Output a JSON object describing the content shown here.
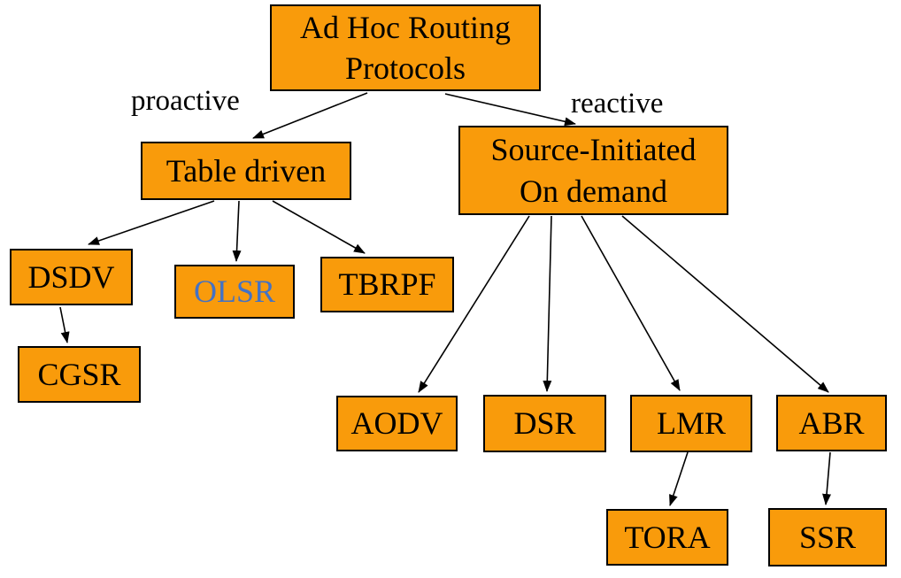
{
  "diagram": {
    "type": "tree",
    "description": "Ad Hoc Routing Protocols taxonomy",
    "nodes": {
      "root": {
        "line1": "Ad Hoc Routing",
        "line2": "Protocols"
      },
      "table_driven": "Table driven",
      "source_initiated": {
        "line1": "Source-Initiated",
        "line2": "On demand"
      },
      "dsdv": "DSDV",
      "olsr": "OLSR",
      "tbrpf": "TBRPF",
      "cgsr": "CGSR",
      "aodv": "AODV",
      "dsr": "DSR",
      "lmr": "LMR",
      "abr": "ABR",
      "tora": "TORA",
      "ssr": "SSR"
    },
    "branch_labels": {
      "left": "proactive",
      "right": "reactive"
    },
    "edges": [
      {
        "from": "root",
        "to": "table_driven",
        "label": "proactive"
      },
      {
        "from": "root",
        "to": "source_initiated",
        "label": "reactive"
      },
      {
        "from": "table_driven",
        "to": "dsdv"
      },
      {
        "from": "table_driven",
        "to": "olsr"
      },
      {
        "from": "table_driven",
        "to": "tbrpf"
      },
      {
        "from": "dsdv",
        "to": "cgsr"
      },
      {
        "from": "source_initiated",
        "to": "aodv"
      },
      {
        "from": "source_initiated",
        "to": "dsr"
      },
      {
        "from": "source_initiated",
        "to": "lmr"
      },
      {
        "from": "source_initiated",
        "to": "abr"
      },
      {
        "from": "lmr",
        "to": "tora"
      },
      {
        "from": "abr",
        "to": "ssr"
      }
    ],
    "colors": {
      "box_fill": "#F99B0B",
      "box_border": "#000000",
      "text": "#000000",
      "olsr_text": "#4472C4",
      "arrow": "#000000",
      "background": "#FFFFFF"
    }
  }
}
